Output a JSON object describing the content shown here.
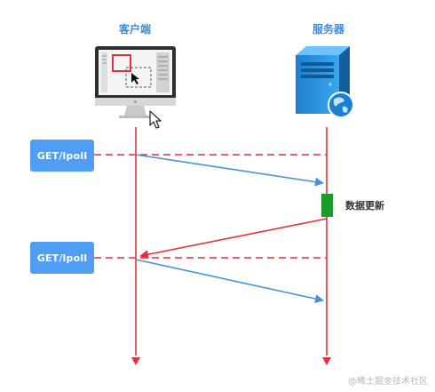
{
  "client_label": "客户端",
  "server_label": "服务器",
  "requests": [
    {
      "label": "GET/lpoll"
    },
    {
      "label": "GET/lpoll"
    }
  ],
  "update_label": "数据更新",
  "watermark": "@稀土掘金技术社区",
  "colors": {
    "lifeline": "#e0313c",
    "request_dash": "#e0313c",
    "arrow_blue": "#4a90d9",
    "box_blue": "#4f9ef3",
    "update_green": "#1a9b2c",
    "title_blue": "#3d8bd9"
  },
  "icons": {
    "client": "desktop-computer-icon",
    "server": "server-tower-icon",
    "cursor": "mouse-cursor-icon"
  }
}
